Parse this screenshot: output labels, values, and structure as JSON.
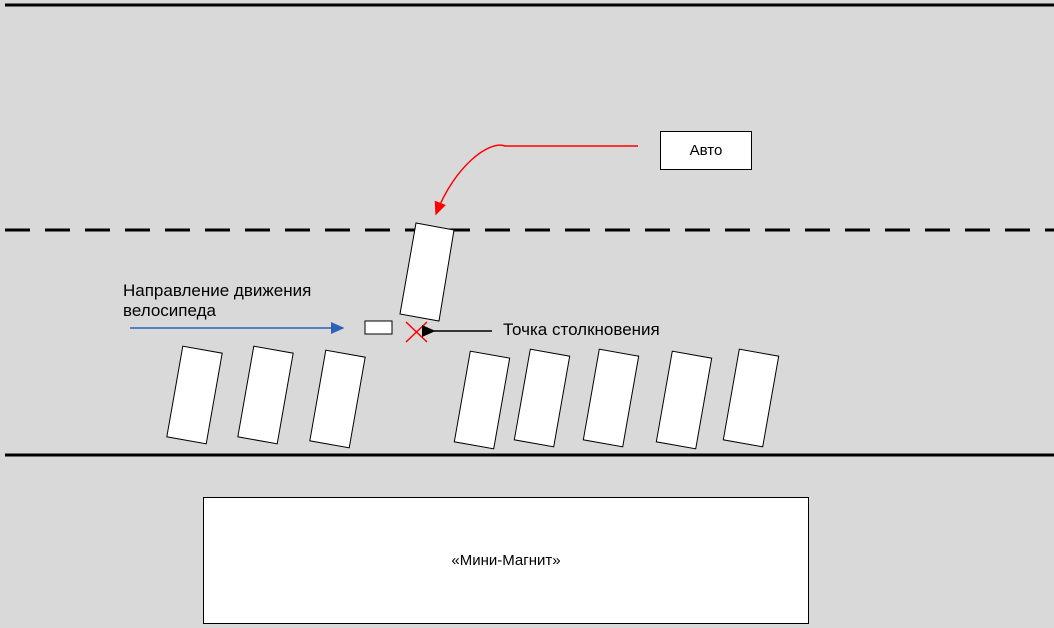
{
  "labels": {
    "car": "Авто",
    "bike_direction_line1": "Направление движения",
    "bike_direction_line2": "велосипеда",
    "collision_point": "Точка столкновения",
    "store": "«Мини-Магнит»"
  },
  "colors": {
    "background": "#d9d9d9",
    "car_path": "#ff0000",
    "bike_arrow": "#2e62b8",
    "collision_mark": "#ff0000"
  }
}
